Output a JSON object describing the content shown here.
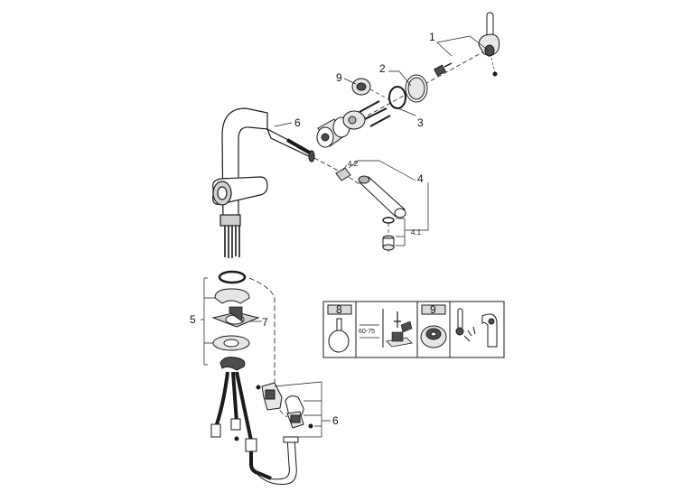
{
  "callouts": {
    "c1": "1",
    "c2": "2",
    "c3": "3",
    "c4": "4",
    "c4_1": "4.1",
    "c4_2": "4.2",
    "c5": "5",
    "c6_top": "6",
    "c6_bottom": "6",
    "c7": "7",
    "c9": "9"
  },
  "inset": {
    "cell1_header": "8",
    "cell2_dimension": "60-75",
    "cell3_header": "9"
  },
  "colors": {
    "line": "#1a1a1a",
    "header_fill": "#d9d9d9",
    "part_light": "#e6e6e6",
    "part_mid": "#b3b3b3",
    "part_dark": "#4d4d4d"
  }
}
